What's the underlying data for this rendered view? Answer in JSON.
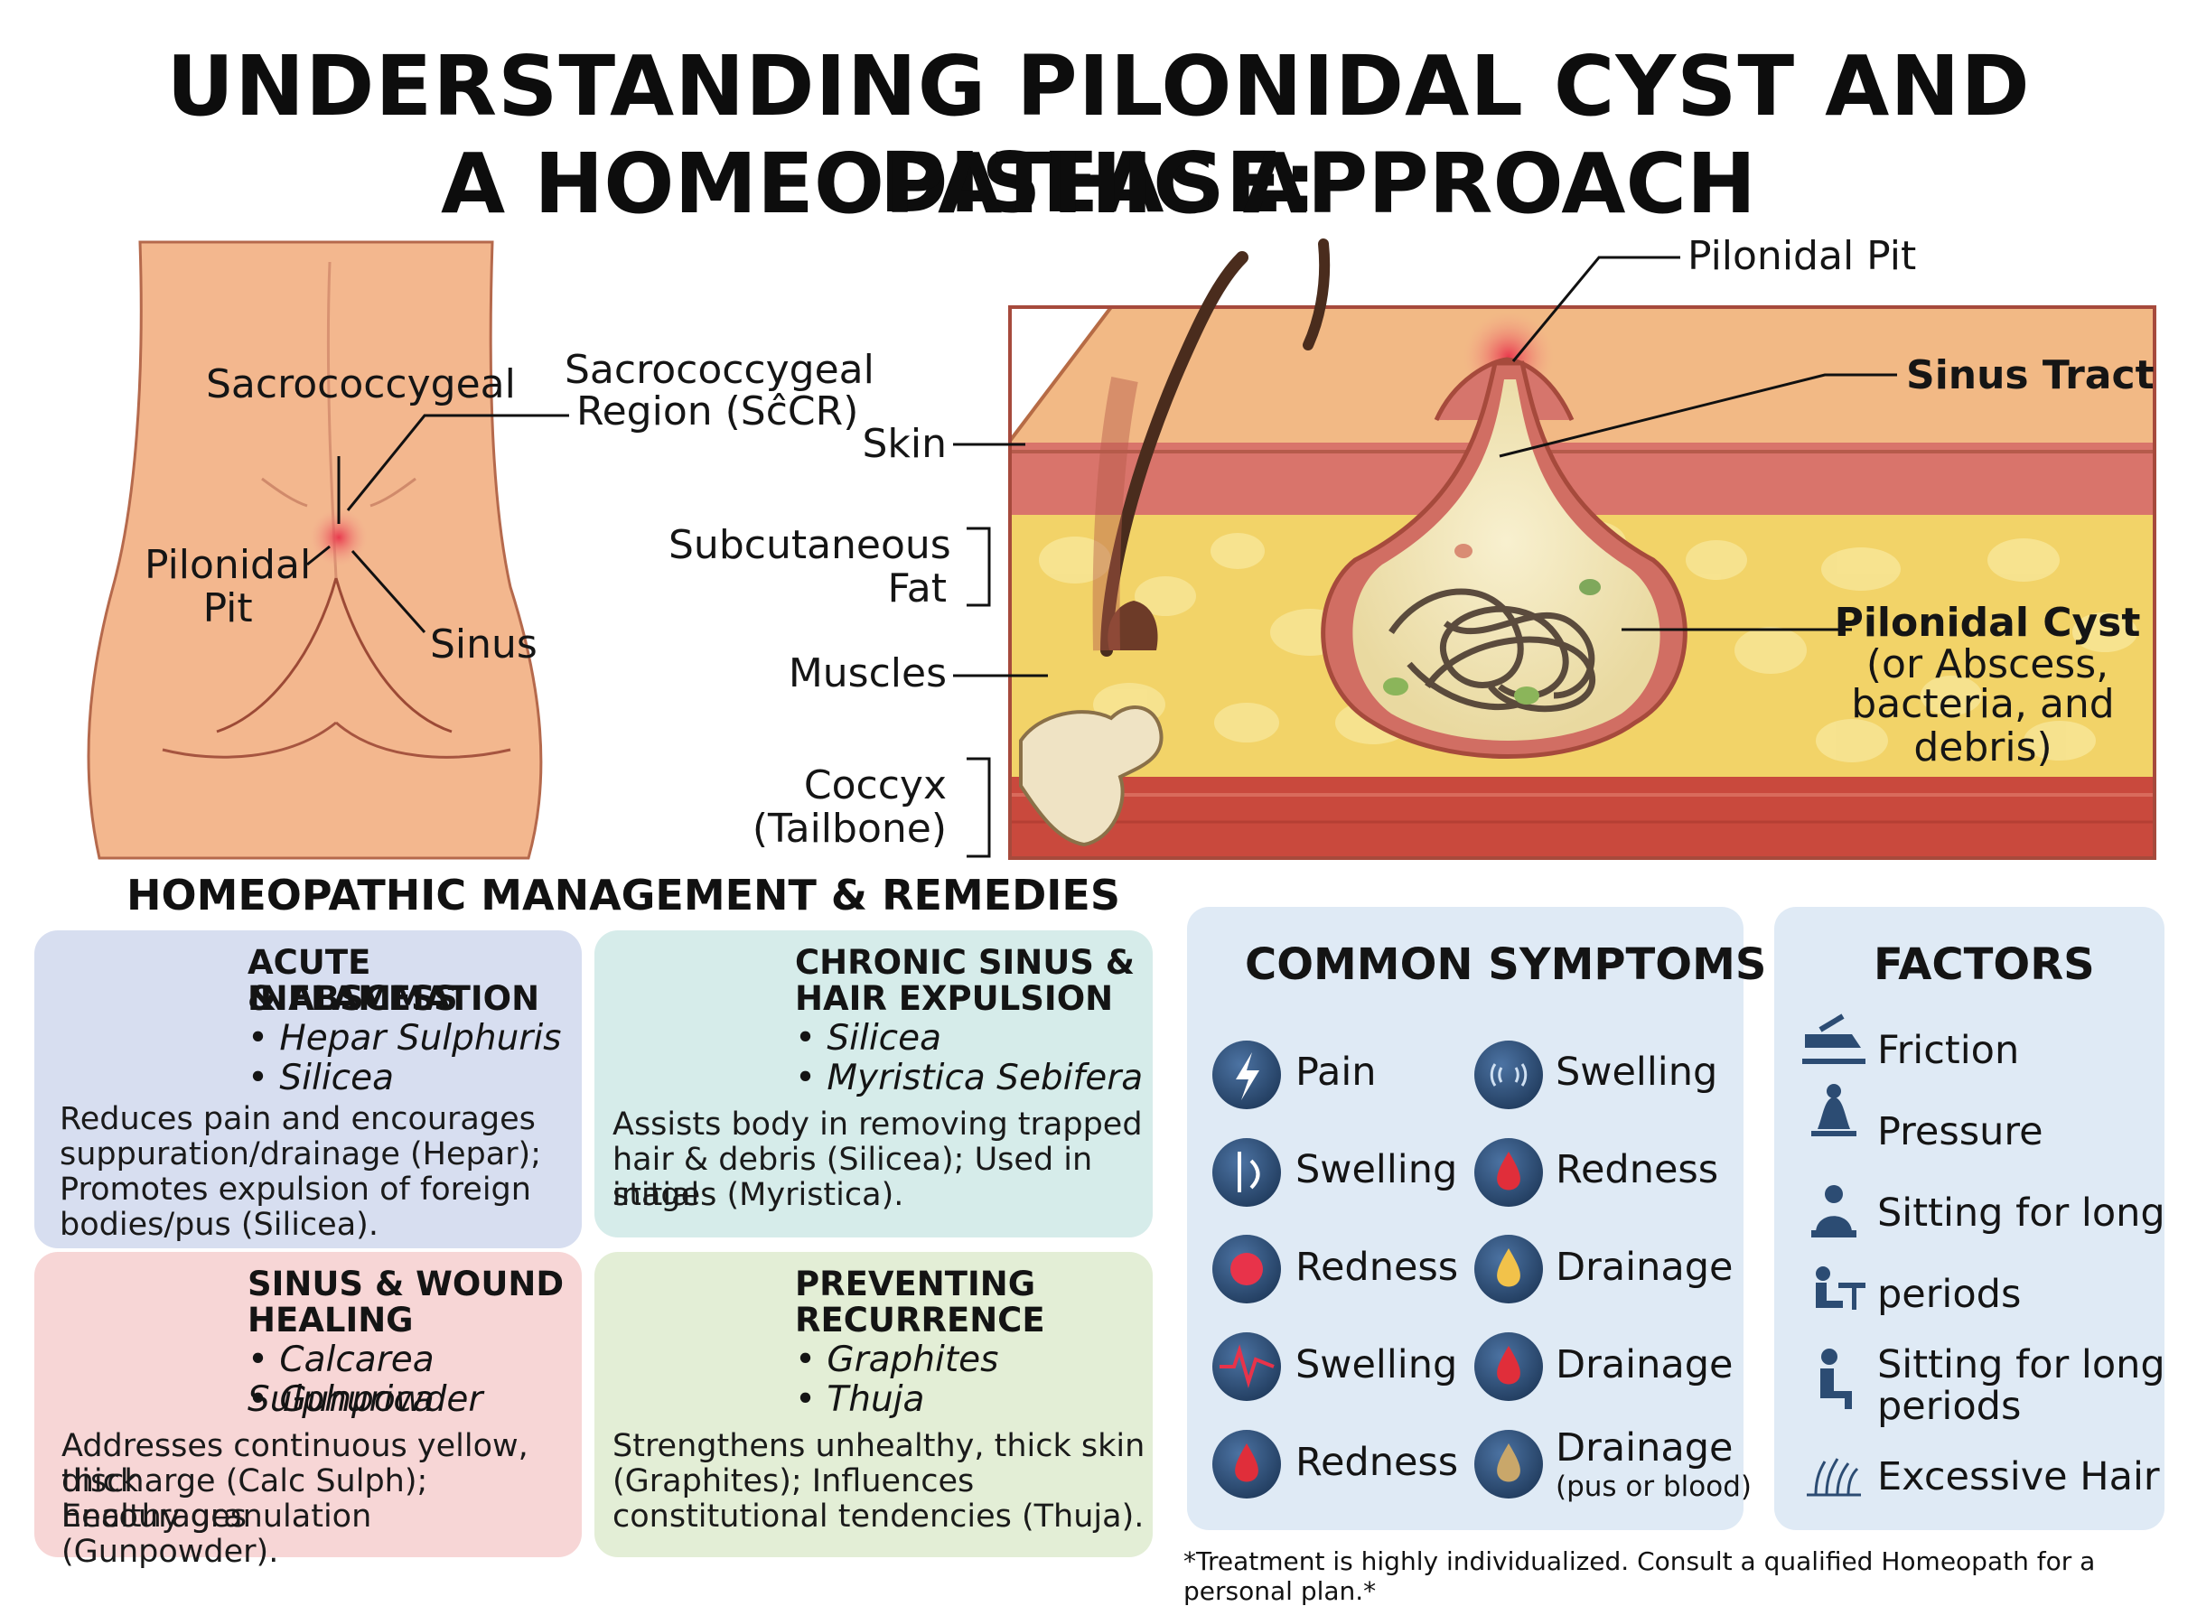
{
  "title": {
    "line1": "UNDERSTANDING PILONIDAL CYST AND DISEASE:",
    "line2": "A HOMEOPATHIC APPROACH"
  },
  "body_labels": {
    "sacrococcygeal": "Sacrococcygeal",
    "region_line1": "Sacrococcygeal",
    "region_line2": "Region (SĉCR)",
    "pilonidal_pit": "Pilonidal\nPit",
    "sinus": "Sinus"
  },
  "cross_section_labels": {
    "pilonidal_pit": "Pilonidal Pit",
    "sinus_tract": "Sinus Tract",
    "skin": "Skin",
    "subcutaneous_fat_1": "Subcutaneous",
    "subcutaneous_fat_2": "Fat",
    "muscles": "Muscles",
    "coccyx_1": "Coccyx",
    "coccyx_2": "(Tailbone)",
    "cyst_title": "Pilonidal Cyst",
    "cyst_sub1": "(or Abscess,",
    "cyst_sub2": "bacteria, and debris)"
  },
  "management": {
    "section_title": "HOMEOPATHIC MANAGEMENT & REMEDIES",
    "cards": [
      {
        "title1": "ACUTE INFLAMMATION",
        "title2": "& ABSCESS",
        "remedy1": "• Hepar Sulphuris",
        "remedy2": "• Silicea",
        "desc1": "Reduces pain and encourages",
        "desc2": "suppuration/drainage (Hepar);",
        "desc3": "Promotes expulsion of foreign",
        "desc4": "bodies/pus (Silicea).",
        "bg": "#d7def0",
        "icon": "hand-icon"
      },
      {
        "title1": "CHRONIC SINUS &",
        "title2": "HAIR EXPULSION",
        "remedy1": "• Silicea",
        "remedy2": "• Myristica Sebifera",
        "desc1": "Assists body in removing trapped",
        "desc2": "hair & debris (Silicea); Used in initial",
        "desc3": "stages (Myristica).",
        "bg": "#d6ecea",
        "icon": "magnifier-icon"
      },
      {
        "title1": "SINUS & WOUND",
        "title2": "HEALING",
        "remedy1": "• Calcarea Sulphurica",
        "remedy2": "• Gunpowder",
        "desc1": "Addresses continuous yellow, thick",
        "desc2": "discharge (Calc Sulph); Encourages",
        "desc3": "healthy granulation (Gunpowder).",
        "bg": "#f7d6d6",
        "icon": "skin-heal-icon"
      },
      {
        "title1": "PREVENTING",
        "title2": "RECURRENCE",
        "remedy1": "• Graphites",
        "remedy2": "• Thuja",
        "desc1": "Strengthens unhealthy, thick skin",
        "desc2": "(Graphites); Influences",
        "desc3": "constitutional tendencies (Thuja).",
        "bg": "#e3eed6",
        "icon": "recurrence-icon"
      }
    ]
  },
  "symptoms": {
    "title": "COMMON SYMPTOMS",
    "items": [
      {
        "label": "Pain",
        "icon": "lightning-icon"
      },
      {
        "label": "Swelling",
        "icon": "pulse-rings-icon"
      },
      {
        "label": "Swelling",
        "icon": "swelling-icon"
      },
      {
        "label": "Redness",
        "icon": "drop-icon"
      },
      {
        "label": "Redness",
        "icon": "red-spot-icon"
      },
      {
        "label": "Drainage",
        "icon": "yellow-drop-icon"
      },
      {
        "label": "Swelling",
        "icon": "heartbeat-icon"
      },
      {
        "label": "Drainage",
        "icon": "drop-icon"
      },
      {
        "label": "Redness",
        "icon": "drop-icon"
      },
      {
        "label": "Drainage",
        "sub": "(pus or blood)",
        "icon": "tan-drop-icon"
      }
    ]
  },
  "factors": {
    "title": "FACTORS",
    "items": [
      {
        "label": "Friction",
        "icon": "friction-icon"
      },
      {
        "label": "Pressure",
        "icon": "pressure-icon"
      },
      {
        "label": "Sitting for long",
        "icon": "sitting-icon"
      },
      {
        "label": "periods",
        "icon": "desk-icon"
      },
      {
        "label": "Sitting for long\nperiods",
        "icon": "chair-icon"
      },
      {
        "label": "Excessive Hair",
        "icon": "hair-icon"
      }
    ]
  },
  "footnote": "*Treatment is highly individualized. Consult a qualified Homeopath for a personal plan.*",
  "colors": {
    "skin": "#f4b88e",
    "dermis": "#d86f67",
    "fat": "#f3d46a",
    "muscle": "#c44a3e",
    "panel": "#dfeaf5",
    "symptom_icon": "#2c4c73"
  }
}
